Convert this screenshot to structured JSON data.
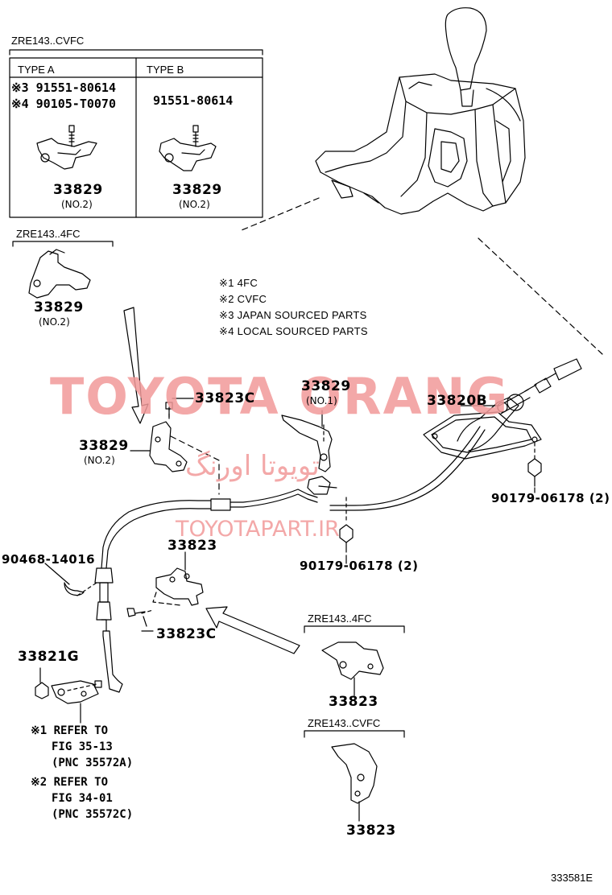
{
  "colors": {
    "line": "#000000",
    "watermark": "#f29a9a",
    "background": "#ffffff"
  },
  "legend": {
    "cvfc_box_title": "ZRE143..CVFC",
    "type_a_label": "TYPE A",
    "type_b_label": "TYPE B",
    "type_a_part_1": "※3 91551-80614",
    "type_a_part_2": "※4 90105-T0070",
    "type_b_part": "91551-80614",
    "type_a_main": "33829",
    "type_a_sub": "(NO.2)",
    "type_b_main": "33829",
    "type_b_sub": "(NO.2)"
  },
  "variant_4fc_top": {
    "title": "ZRE143..4FC",
    "part": "33829",
    "sub": "(NO.2)"
  },
  "notes": [
    "※1 4FC",
    "※2 CVFC",
    "※3 JAPAN SOURCED PARTS",
    "※4 LOCAL SOURCED PARTS"
  ],
  "watermark": {
    "brand": "TOYOTA ORANG",
    "persian": "تویوتا اورنگ",
    "url": "TOYOTAPART.IR"
  },
  "callouts": {
    "p33823c_top": "33823C",
    "p33829_no1": "33829",
    "p33829_no1_sub": "(NO.1)",
    "p33820b": "33820B",
    "p33829_no2": "33829",
    "p33829_no2_sub": "(NO.2)",
    "p90179_right": "90179-06178 (2)",
    "p90179_mid": "90179-06178 (2)",
    "p90468": "90468-14016",
    "p33823": "33823",
    "p33823c_low": "33823C",
    "p33821g": "33821G"
  },
  "refer_notes": {
    "r1_line1": "※1 REFER TO",
    "r1_line2": "FIG 35-13",
    "r1_line3": "(PNC 35572A)",
    "r2_line1": "※2 REFER TO",
    "r2_line2": "FIG 34-01",
    "r2_line3": "(PNC 35572C)"
  },
  "variant_4fc_bottom": {
    "title": "ZRE143..4FC",
    "part": "33823"
  },
  "variant_cvfc_bottom": {
    "title": "ZRE143..CVFC",
    "part": "33823"
  },
  "figure_id": "333581E"
}
